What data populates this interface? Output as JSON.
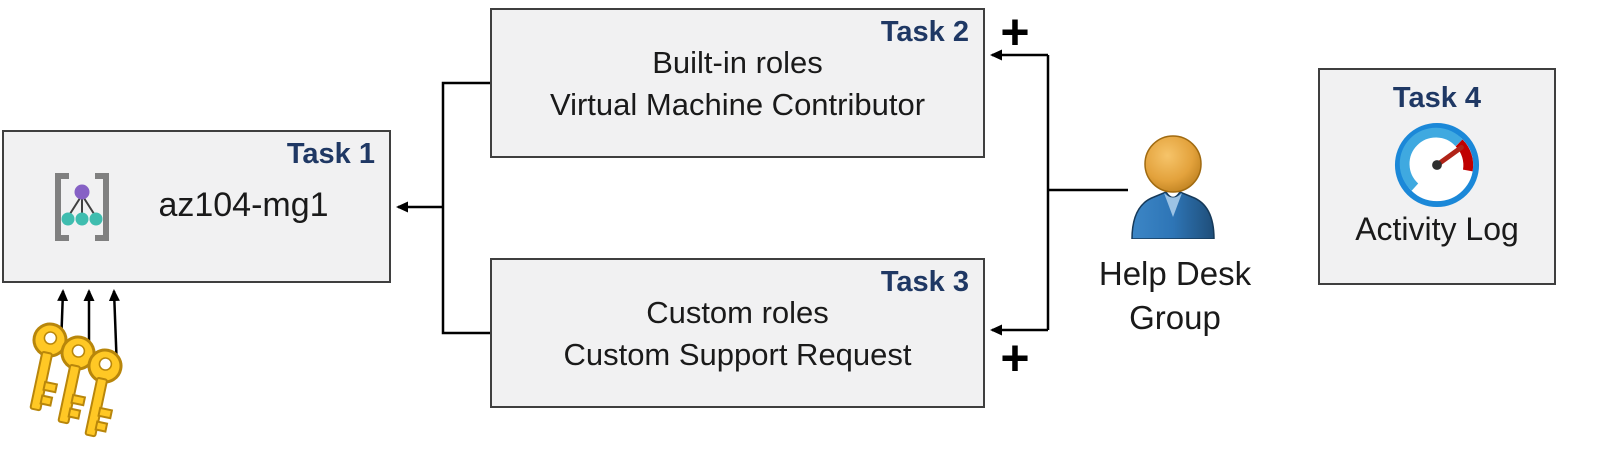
{
  "diagram": {
    "task1": {
      "label": "Task 1",
      "title": "az104-mg1",
      "icon": "management-group-icon"
    },
    "task2": {
      "label": "Task 2",
      "line1": "Built-in roles",
      "line2": "Virtual Machine Contributor"
    },
    "task3": {
      "label": "Task 3",
      "line1": "Custom roles",
      "line2": "Custom Support Request"
    },
    "task4": {
      "label": "Task 4",
      "caption": "Activity Log",
      "icon": "activity-log-gauge-icon"
    },
    "help_desk_group": {
      "line1": "Help Desk",
      "line2": "Group",
      "icon": "person-icon"
    },
    "plus_task2": "+",
    "plus_task3": "+",
    "icons": {
      "keys": "keys-icon",
      "arrows": "black-arrow-connectors"
    },
    "colors": {
      "task_label": "#1f3864",
      "box_background": "#f1f1f2",
      "box_border": "#3f3f3f",
      "connector": "#000000",
      "key_gold": "#ffc825",
      "person_body_blue": "#2e75b6",
      "person_head_orange": "#e3a23c",
      "gauge_blue": "#1b88d8",
      "gauge_red": "#c00000",
      "mg_purple": "#8661c5",
      "mg_teal": "#3fbdaf"
    }
  }
}
